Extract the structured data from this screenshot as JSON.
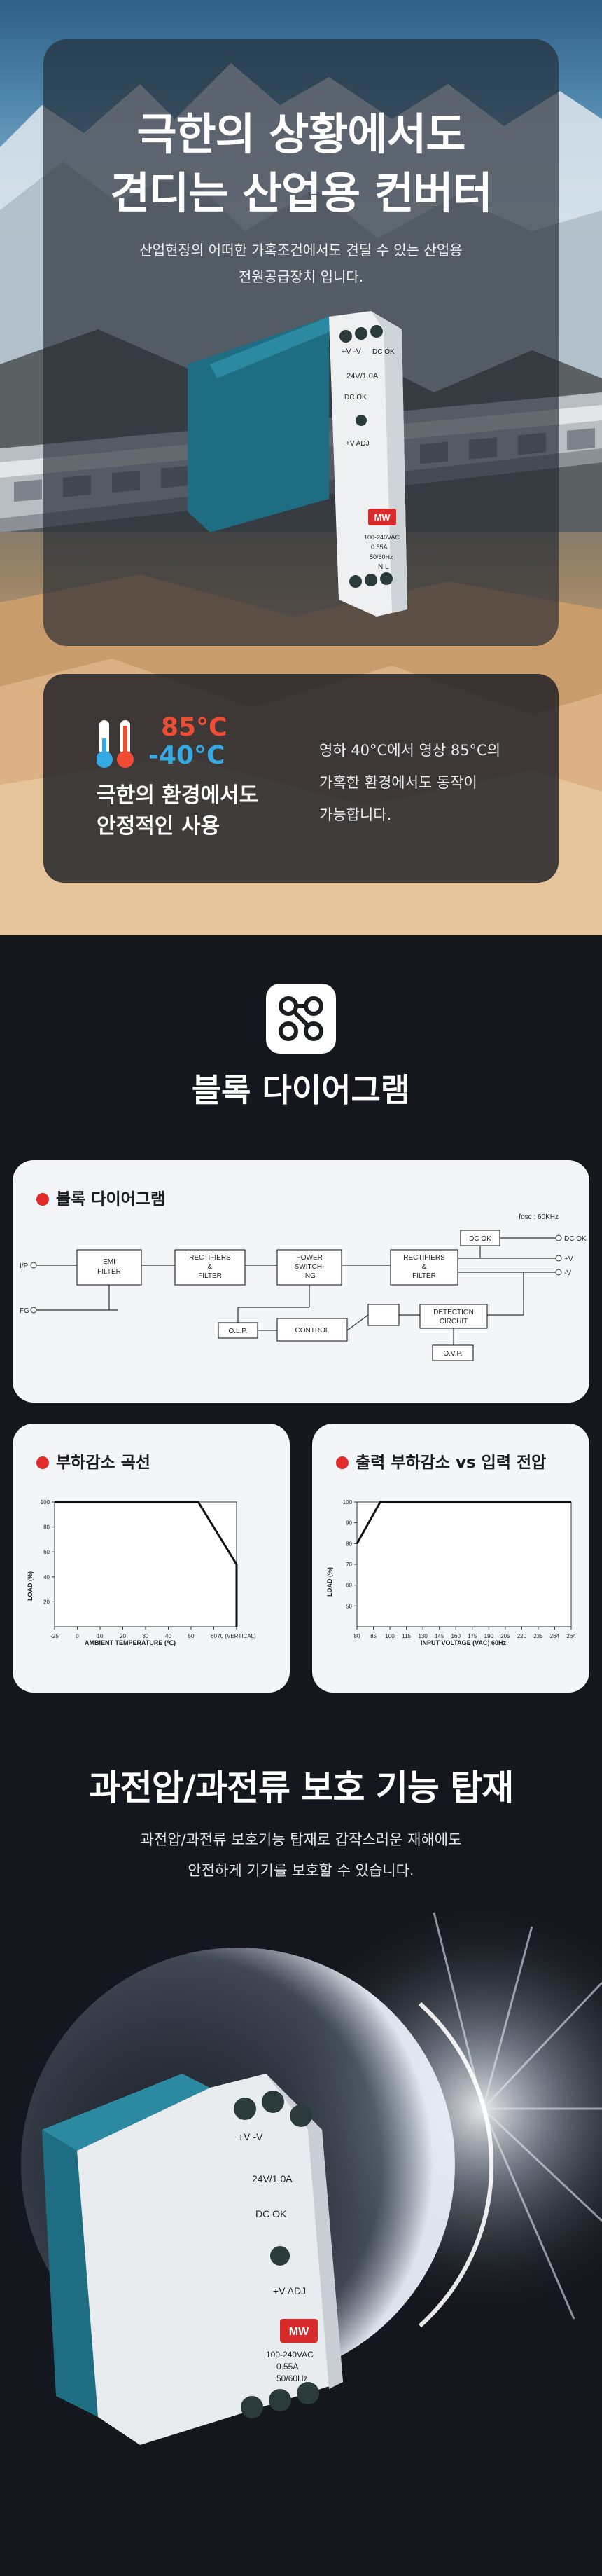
{
  "hero": {
    "title_lines": [
      "극한의 상황에서도",
      "견디는 산업용 컨버터"
    ],
    "subtitle_lines": [
      "산업현장의 어떠한 가혹조건에서도 견딜 수 있는 산업용",
      "전원공급장치 입니다."
    ]
  },
  "device": {
    "label_v": "+V -V",
    "label_dc": "DC OK",
    "label_rating": "24V/1.0A",
    "label_adj": "+V ADJ",
    "label_input": "100-240VAC",
    "label_current": "0.55A",
    "label_freq": "50/60Hz",
    "label_nl": "N L",
    "brand": "MW"
  },
  "temperature": {
    "high": "85°C",
    "low": "-40°C",
    "heading_lines": [
      "극한의 환경에서도",
      "안정적인 사용"
    ],
    "desc_lines": [
      "영하 40°C에서 영상 85°C의",
      "가혹한 환경에서도 동작이",
      "가능합니다."
    ]
  },
  "block_section": {
    "title": "블록 다이어그램"
  },
  "block_diagram": {
    "card_title": "블록 다이어그램",
    "fosc": "fosc : 60KHz",
    "ip": "I/P",
    "fg": "FG",
    "emi": [
      "EMI",
      "FILTER"
    ],
    "rect1": [
      "RECTIFIERS",
      "&",
      "FILTER"
    ],
    "power": [
      "POWER",
      "SWITCH-",
      "ING"
    ],
    "rect2": [
      "RECTIFIERS",
      "&",
      "FILTER"
    ],
    "dcok_box": "DC OK",
    "dcok_out": "DC OK",
    "vplus": "+V",
    "vminus": "-V",
    "olp": "O.L.P.",
    "control": "CONTROL",
    "detection": [
      "DETECTION",
      "CIRCUIT"
    ],
    "ovp": "O.V.P."
  },
  "derating": {
    "card_title": "부하감소 곡선",
    "ylabel": "LOAD (%)",
    "xlabel": "AMBIENT TEMPERATURE (℃)",
    "x_ticks": [
      "-25",
      "0",
      "10",
      "20",
      "30",
      "40",
      "50",
      "60",
      "70 (VERTICAL)"
    ],
    "y_ticks": [
      "20",
      "40",
      "60",
      "80",
      "100"
    ]
  },
  "input_derating": {
    "card_title": "출력 부하감소 vs 입력 전압",
    "ylabel": "LOAD (%)",
    "xlabel": "INPUT VOLTAGE (VAC) 60Hz",
    "x_ticks": [
      "80",
      "85",
      "100",
      "115",
      "130",
      "145",
      "160",
      "175",
      "190",
      "205",
      "220",
      "235",
      "264",
      "264"
    ],
    "y_ticks": [
      "50",
      "60",
      "70",
      "80",
      "90",
      "100"
    ]
  },
  "chart_data": [
    {
      "type": "line",
      "title": "부하감소 곡선",
      "xlabel": "AMBIENT TEMPERATURE (℃)",
      "ylabel": "LOAD (%)",
      "x": [
        -25,
        50,
        70,
        70
      ],
      "y": [
        100,
        100,
        50,
        0
      ],
      "xlim": [
        -25,
        70
      ],
      "ylim": [
        0,
        100
      ],
      "grid": false
    },
    {
      "type": "line",
      "title": "출력 부하감소 vs 입력 전압",
      "xlabel": "INPUT VOLTAGE (VAC) 60Hz",
      "ylabel": "LOAD (%)",
      "x": [
        80,
        100,
        264
      ],
      "y": [
        80,
        100,
        100
      ],
      "xlim": [
        80,
        264
      ],
      "ylim": [
        40,
        100
      ],
      "grid": false
    }
  ],
  "protection": {
    "title": "과전압/과전류 보호 기능 탑재",
    "subtitle_lines": [
      "과전압/과전류 보호기능 탑재로 갑작스러운 재해에도",
      "안전하게 기기를 보호할 수 있습니다."
    ]
  },
  "colors": {
    "accent_red": "#e42b2b",
    "hot": "#ef4d33",
    "cold": "#35a9e3",
    "device_teal": "#1e6b80",
    "background": "#14171d"
  }
}
